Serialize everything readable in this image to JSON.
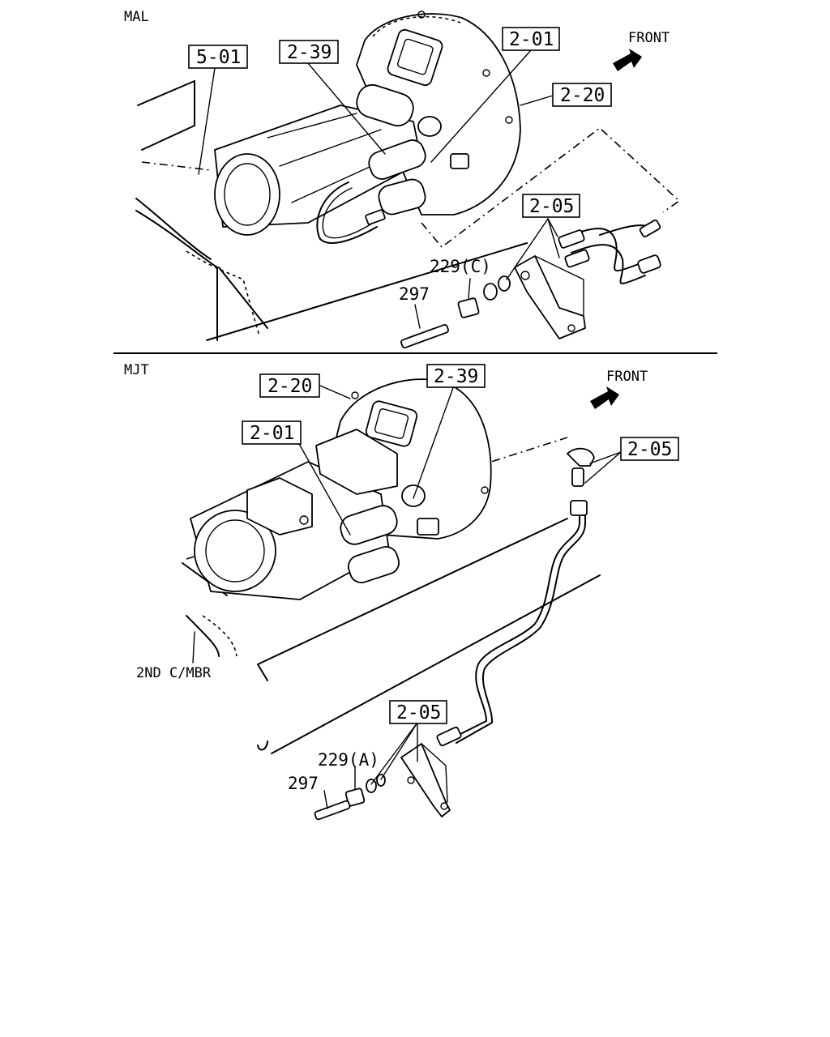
{
  "sections": {
    "top": {
      "title": "MAL",
      "front": "FRONT"
    },
    "bottom": {
      "title": "MJT",
      "front": "FRONT",
      "member_label": "2ND C/MBR"
    }
  },
  "callouts": {
    "top": {
      "c501": "5-01",
      "c239": "2-39",
      "c201": "2-01",
      "c220": "2-20",
      "c205": "2-05",
      "p229": "229(C)",
      "p297": "297"
    },
    "bottom": {
      "c220": "2-20",
      "c239": "2-39",
      "c201": "2-01",
      "c205a": "2-05",
      "c205b": "2-05",
      "p229": "229(A)",
      "p297": "297"
    }
  }
}
